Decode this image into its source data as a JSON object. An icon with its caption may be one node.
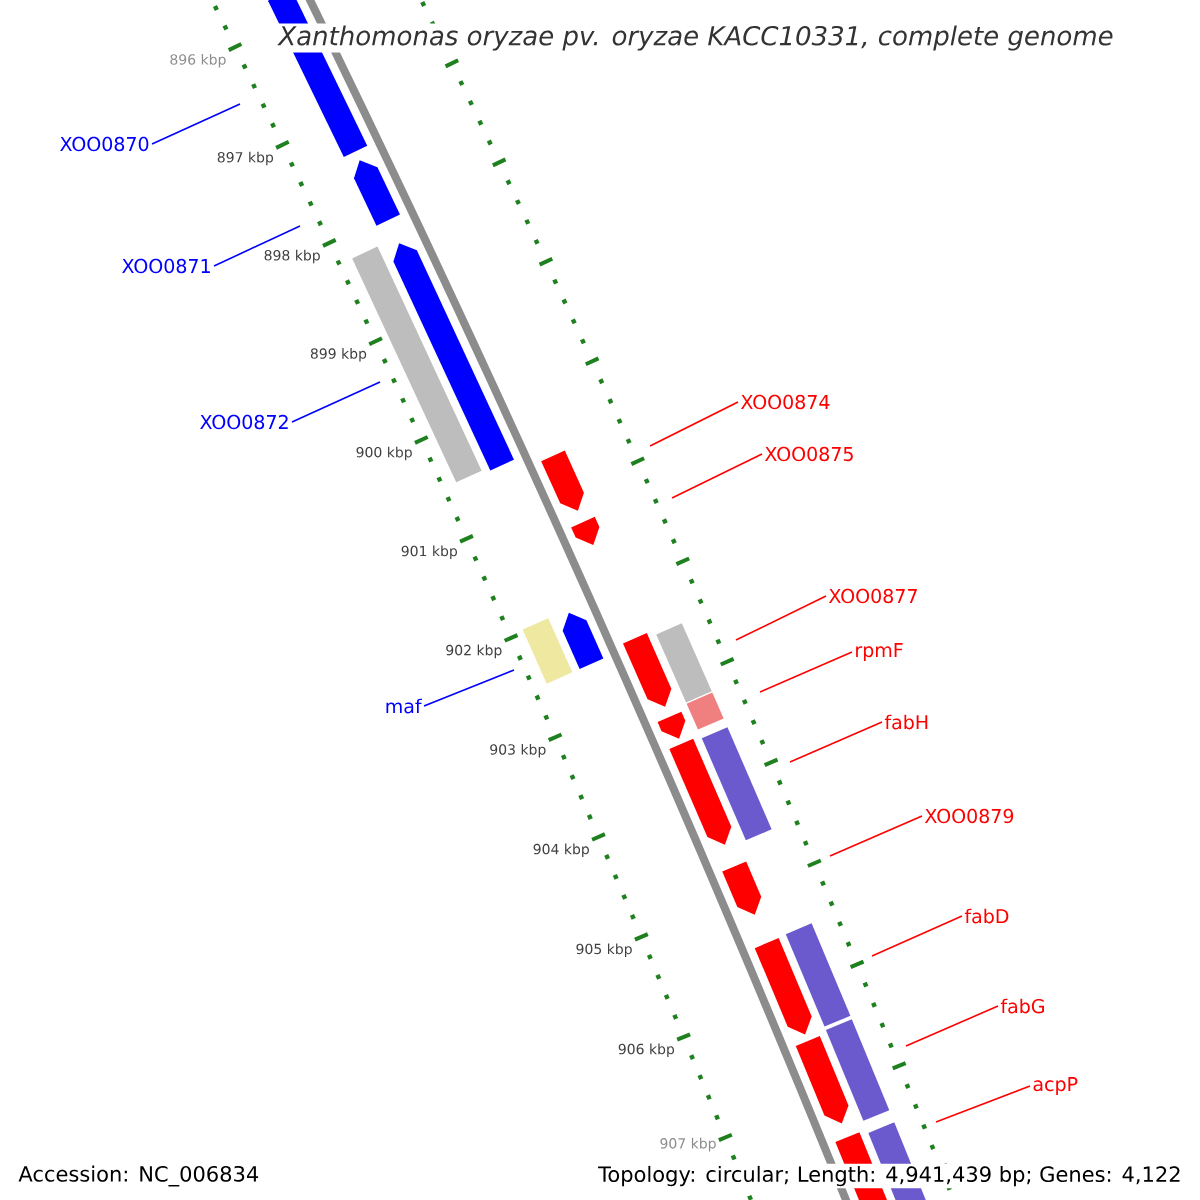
{
  "diagram": {
    "title": "Xanthomonas oryzae pv. oryzae KACC10331, complete genome",
    "nodes": [
      {
        "text": [
          "XOO0870"
        ]
      },
      {
        "text": [
          "XOO0871"
        ]
      },
      {
        "text": [
          "XOO0872"
        ]
      },
      {
        "text": [
          "maf"
        ]
      },
      {
        "text": [
          "XOO0874"
        ]
      },
      {
        "text": [
          "XOO0875"
        ]
      },
      {
        "text": [
          "XOO0877"
        ]
      },
      {
        "text": [
          "rpmF"
        ]
      },
      {
        "text": [
          "fabH"
        ]
      },
      {
        "text": [
          "XOO0879"
        ]
      },
      {
        "text": [
          "fabD"
        ]
      },
      {
        "text": [
          "fabG"
        ]
      },
      {
        "text": [
          "acpP"
        ]
      }
    ],
    "edges": [
      {
        "from": 0,
        "to": null,
        "arrow": "none",
        "color": "#0000ff"
      },
      {
        "from": 1,
        "to": null,
        "arrow": "none",
        "color": "#0000ff"
      },
      {
        "from": 2,
        "to": null,
        "arrow": "none",
        "color": "#0000ff"
      },
      {
        "from": 3,
        "to": null,
        "arrow": "none",
        "color": "#0000ff"
      },
      {
        "from": 4,
        "to": null,
        "arrow": "none"
      },
      {
        "from": 5,
        "to": null,
        "arrow": "none"
      },
      {
        "from": 6,
        "to": null,
        "arrow": "none"
      },
      {
        "from": 7,
        "to": null,
        "arrow": "none"
      },
      {
        "from": 8,
        "to": null,
        "arrow": "none"
      },
      {
        "from": 9,
        "to": null,
        "arrow": "none"
      },
      {
        "from": 10,
        "to": null,
        "arrow": "none"
      },
      {
        "from": 11,
        "to": null,
        "arrow": "none"
      },
      {
        "from": 12,
        "to": null,
        "arrow": "none"
      }
    ],
    "labels": [
      "896 kbp",
      "897 kbp",
      "898 kbp",
      "899 kbp",
      "900 kbp",
      "901 kbp",
      "902 kbp",
      "903 kbp",
      "904 kbp",
      "905 kbp",
      "906 kbp",
      "907 kbp",
      "Accession: NC_006834",
      "Topology: circular; Length: 4,941,439 bp; Genes: 4,122"
    ]
  }
}
